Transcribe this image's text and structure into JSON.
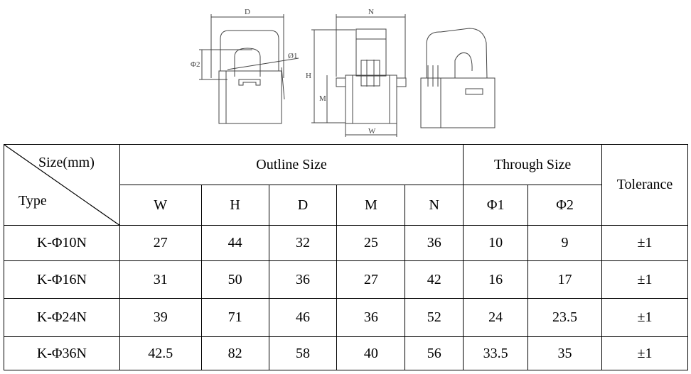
{
  "drawing": {
    "labels": {
      "D": "D",
      "N": "N",
      "H": "H",
      "M": "M",
      "W": "W",
      "phi1": "Ø1",
      "phi2": "Φ2"
    }
  },
  "table": {
    "corner_top": "Size(mm)",
    "corner_bottom": "Type",
    "group_outline": "Outline Size",
    "group_through": "Through Size",
    "tolerance_header": "Tolerance",
    "columns": [
      "W",
      "H",
      "D",
      "M",
      "N",
      "Φ1",
      "Φ2"
    ],
    "rows": [
      {
        "type": "K-Φ10N",
        "values": [
          "27",
          "44",
          "32",
          "25",
          "36",
          "10",
          "9"
        ],
        "tolerance": "±1"
      },
      {
        "type": "K-Φ16N",
        "values": [
          "31",
          "50",
          "36",
          "27",
          "42",
          "16",
          "17"
        ],
        "tolerance": "±1"
      },
      {
        "type": "K-Φ24N",
        "values": [
          "39",
          "71",
          "46",
          "36",
          "52",
          "24",
          "23.5"
        ],
        "tolerance": "±1"
      },
      {
        "type": "K-Φ36N",
        "values": [
          "42.5",
          "82",
          "58",
          "40",
          "56",
          "33.5",
          "35"
        ],
        "tolerance": "±1"
      }
    ]
  }
}
